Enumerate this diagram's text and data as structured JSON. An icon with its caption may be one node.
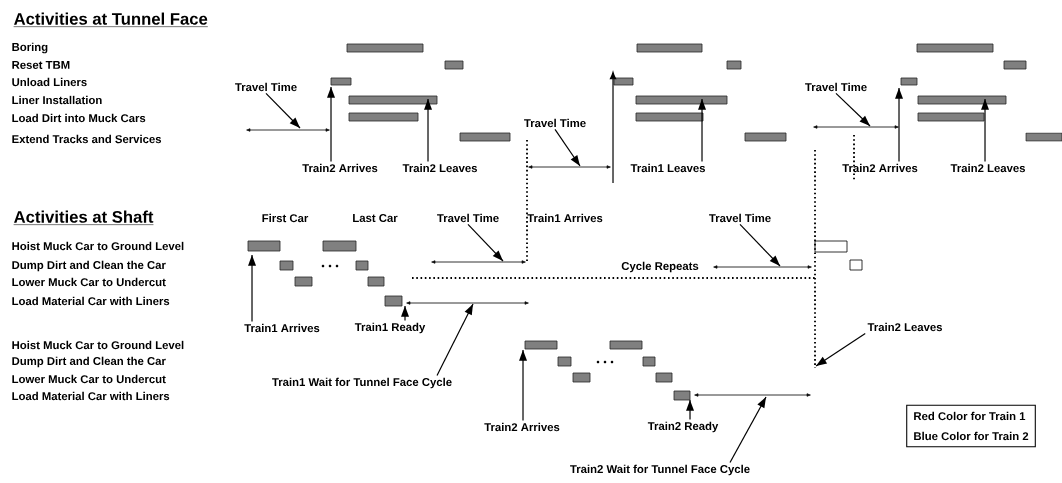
{
  "diagram": {
    "nodes": [
      {
        "text": [
          "Travel Time"
        ]
      },
      {
        "text": [
          "Train2 Arrives"
        ]
      },
      {
        "text": [
          "Train2 Leaves"
        ]
      },
      {
        "text": [
          "Travel Time"
        ]
      },
      {
        "text": [
          "Train1 Leaves"
        ]
      },
      {
        "text": [
          "Travel Time"
        ]
      },
      {
        "text": [
          "Train2 Arrives"
        ]
      },
      {
        "text": [
          "Train2 Leaves"
        ]
      },
      {
        "text": [
          "Travel Time"
        ]
      },
      {
        "text": [
          "Travel Time"
        ]
      },
      {
        "text": [
          "Train1 Arrives"
        ]
      },
      {
        "text": [
          "Train1 Ready"
        ]
      },
      {
        "text": [
          "Train1 Wait for Tunnel Face Cycle"
        ]
      },
      {
        "text": [
          "Train2 Leaves"
        ]
      },
      {
        "text": [
          "Train2 Arrives"
        ]
      },
      {
        "text": [
          "Train2 Ready"
        ]
      },
      {
        "text": [
          "Train2 Wait for Tunnel Face Cycle"
        ]
      },
      {
        "text": [
          "Red Color for Train 1",
          "Blue Color for Train 2"
        ]
      }
    ],
    "edges": [
      {
        "from": 0,
        "to": null,
        "arrow": "to"
      },
      {
        "from": 1,
        "to": null,
        "arrow": "to"
      },
      {
        "from": 2,
        "to": null,
        "arrow": "to"
      },
      {
        "from": 3,
        "to": null,
        "arrow": "to"
      },
      {
        "from": 4,
        "to": null,
        "arrow": "to"
      },
      {
        "from": 5,
        "to": null,
        "arrow": "to"
      },
      {
        "from": 6,
        "to": null,
        "arrow": "to"
      },
      {
        "from": 7,
        "to": null,
        "arrow": "to"
      },
      {
        "from": 8,
        "to": null,
        "arrow": "to"
      },
      {
        "from": 9,
        "to": null,
        "arrow": "to"
      },
      {
        "from": 10,
        "to": null,
        "arrow": "to"
      },
      {
        "from": 11,
        "to": null,
        "arrow": "to"
      },
      {
        "from": 12,
        "to": null,
        "arrow": "to"
      },
      {
        "from": 13,
        "to": null,
        "arrow": "to"
      },
      {
        "from": 14,
        "to": null,
        "arrow": "to"
      },
      {
        "from": 15,
        "to": null,
        "arrow": "to"
      },
      {
        "from": 16,
        "to": null,
        "arrow": "to"
      }
    ],
    "labels": [
      "Activities at Tunnel Face",
      "Boring",
      "Reset TBM",
      "Unload Liners",
      "Liner Installation",
      "Load Dirt into Muck Cars",
      "Extend Tracks and Services",
      "Activities at Shaft",
      "First Car",
      "Last Car",
      "Train1 Arrives",
      "Hoist Muck Car to Ground Level",
      "Dump Dirt and Clean the Car",
      "Cycle Repeats",
      "Lower Muck Car to Undercut",
      "Load Material Car with Liners",
      "Hoist Muck Car to Ground Level",
      "Dump Dirt and Clean the Car",
      "Lower Muck Car to Undercut",
      "Load Material Car with Liners"
    ]
  }
}
